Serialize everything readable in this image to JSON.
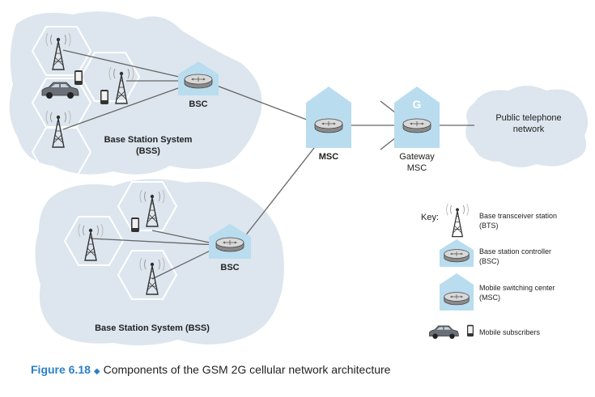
{
  "labels": {
    "bsc_top": "BSC",
    "bss_top_line1": "Base Station System",
    "bss_top_line2": "(BSS)",
    "bsc_bottom": "BSC",
    "bss_bottom": "Base Station System (BSS)",
    "msc": "MSC",
    "gateway_line1": "Gateway",
    "gateway_line2": "MSC",
    "gateway_badge": "G",
    "pstn_line1": "Public telephone",
    "pstn_line2": "network"
  },
  "key": {
    "title": "Key:",
    "items": [
      {
        "icon": "bts-tower-icon",
        "line1": "Base transceiver station",
        "line2": "(BTS)"
      },
      {
        "icon": "bsc-router-icon",
        "line1": "Base station controller",
        "line2": "(BSC)"
      },
      {
        "icon": "msc-switch-icon",
        "line1": "Mobile switching center",
        "line2": "(MSC)"
      },
      {
        "icon": "car-phone-icon",
        "line1": "Mobile subscribers",
        "line2": ""
      }
    ]
  },
  "caption": {
    "figure": "Figure 6.18",
    "text": "Components of the GSM 2G cellular network architecture"
  },
  "colors": {
    "cloud": "#dde6ee",
    "house": "#b9dcef",
    "router_top": "#d8d8d8",
    "accent": "#2a7fc6"
  }
}
